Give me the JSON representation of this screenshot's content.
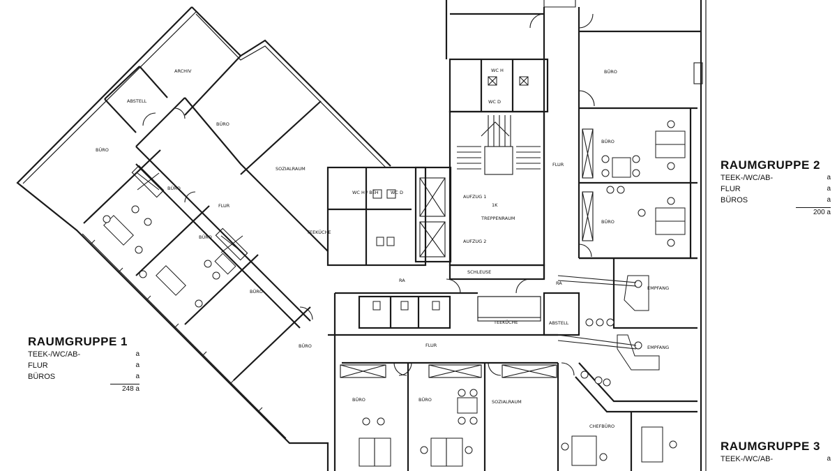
{
  "rooms": {
    "archiv": "ARCHIV",
    "abstell": "ABSTELL",
    "buero": "BÜRO",
    "sozialraum": "SOZIALRAUM",
    "flur": "FLUR",
    "teekueche": "TEEKÜCHE",
    "wc_h_behinderte": "WC H / BEH",
    "wc_d": "WC D",
    "wc_h": "WC H",
    "aufzug_1": "AUFZUG 1",
    "aufzug_2": "AUFZUG 2",
    "treppenraum": "TREPPENRAUM",
    "treppenraum_nr": "1K",
    "schleuse": "SCHLEUSE",
    "empfang": "EMPFANG",
    "chefbuero": "CHEFBÜRO",
    "ra": "RA",
    "ra2": "RA"
  },
  "legends": [
    {
      "title": "RAUMGRUPPE 1",
      "rows": [
        {
          "label": "TEEK-/WC/AB-",
          "value": "a"
        },
        {
          "label": "FLUR",
          "value": "a"
        },
        {
          "label": "BÜROS",
          "value": "a"
        }
      ],
      "total": "248 a"
    },
    {
      "title": "RAUMGRUPPE 2",
      "rows": [
        {
          "label": "TEEK-/WC/AB-",
          "value": "a"
        },
        {
          "label": "FLUR",
          "value": "a"
        },
        {
          "label": "BÜROS",
          "value": "a"
        }
      ],
      "total": "200 a"
    },
    {
      "title": "RAUMGRUPPE 3",
      "rows": [
        {
          "label": "TEEK-/WC/AB-",
          "value": "a"
        }
      ],
      "total": ""
    }
  ]
}
